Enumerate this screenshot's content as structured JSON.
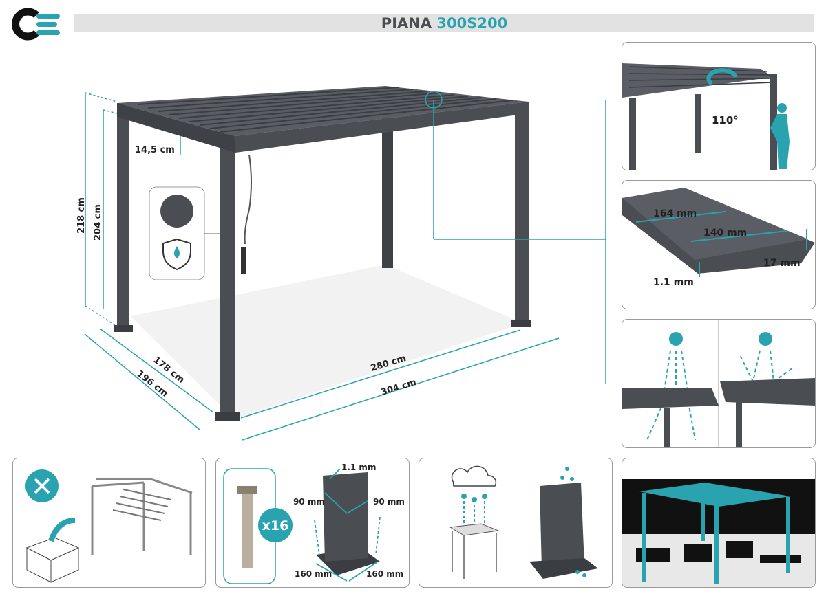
{
  "header": {
    "brand": "CE",
    "product_name": "PIANA",
    "model": "300S200"
  },
  "colors": {
    "accent": "#2aa3b0",
    "frame": "#4a4d52",
    "header_bar": "#e2e2e2"
  },
  "main": {
    "dimensions": {
      "height_total": "218 cm",
      "height_clear": "204 cm",
      "beam": "14,5 cm",
      "depth_inner": "178 cm",
      "depth_outer": "196 cm",
      "width_inner": "280 cm",
      "width_outer": "304 cm"
    },
    "features": [
      "color-swatch-icon",
      "waterproof-shield-icon"
    ]
  },
  "side_panels": {
    "rotation": {
      "angle": "110°"
    },
    "slat": {
      "width_outer": "164 mm",
      "width_inner": "140 mm",
      "height": "17 mm",
      "thickness": "1.1 mm"
    },
    "sun": {
      "left": "closed",
      "right": "open"
    }
  },
  "bottom_panels": {
    "assembly": {
      "icon": "tools-icon"
    },
    "hardware": {
      "bolt_count": "x16",
      "post_thickness": "1.1 mm",
      "post_width_a": "90 mm",
      "post_width_b": "90 mm",
      "base_a": "160 mm",
      "base_b": "160 mm"
    },
    "drainage": {
      "icon": "cloud-rain-icon"
    },
    "photo": {
      "icon": "photo-scene"
    }
  }
}
